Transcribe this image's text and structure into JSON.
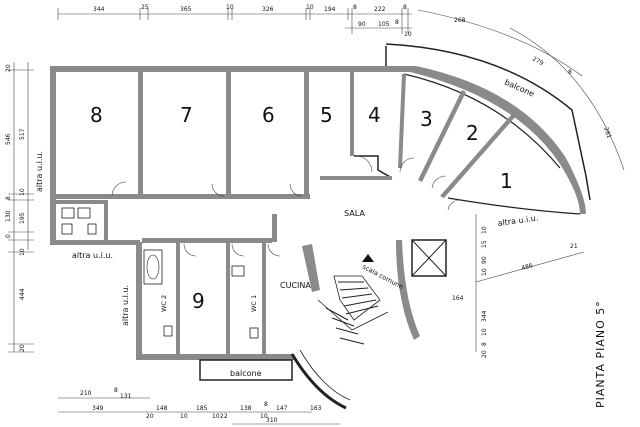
{
  "rooms": {
    "r1": "1",
    "r2": "2",
    "r3": "3",
    "r4": "4",
    "r5": "5",
    "r6": "6",
    "r7": "7",
    "r8": "8",
    "r9": "9"
  },
  "labels": {
    "sala": "SALA",
    "cucina": "CUCINA",
    "wc1": "WC 1",
    "wc2": "WC 2",
    "balcone_top": "balcone",
    "balcone_bottom": "balcone",
    "scala_comune": "scala comune",
    "altra_uiu_left_top": "altra u.i.u.",
    "altra_uiu_left_mid": "altra u.i.u.",
    "altra_uiu_left_bottom": "altra u.i.u.",
    "altra_uiu_right": "altra u.i.u.",
    "pianta": "PIANTA PIANO 5°"
  },
  "dims_top": [
    "344",
    "25",
    "365",
    "10",
    "326",
    "10",
    "194",
    "8",
    "222",
    "8",
    "90",
    "105",
    "8",
    "10",
    "268",
    "279",
    "8",
    "281"
  ],
  "dims_left": [
    "20",
    "546",
    "517",
    "10",
    "8",
    "130",
    "195",
    "0",
    "10",
    "444",
    "20"
  ],
  "dims_right": [
    "10",
    "15",
    "90",
    "10",
    "21",
    "486",
    "164",
    "344",
    "10",
    "8",
    "20"
  ],
  "dims_bottom_row1": [
    "210",
    "8",
    "131"
  ],
  "dims_bottom_row2": [
    "349",
    "20",
    "148",
    "10",
    "185",
    "10",
    "22",
    "138",
    "10",
    "147",
    "163"
  ],
  "dims_bottom_row3": [
    "8",
    "310"
  ],
  "colors": {
    "wall": "#8a8a8a",
    "line": "#222222",
    "background": "#ffffff"
  }
}
